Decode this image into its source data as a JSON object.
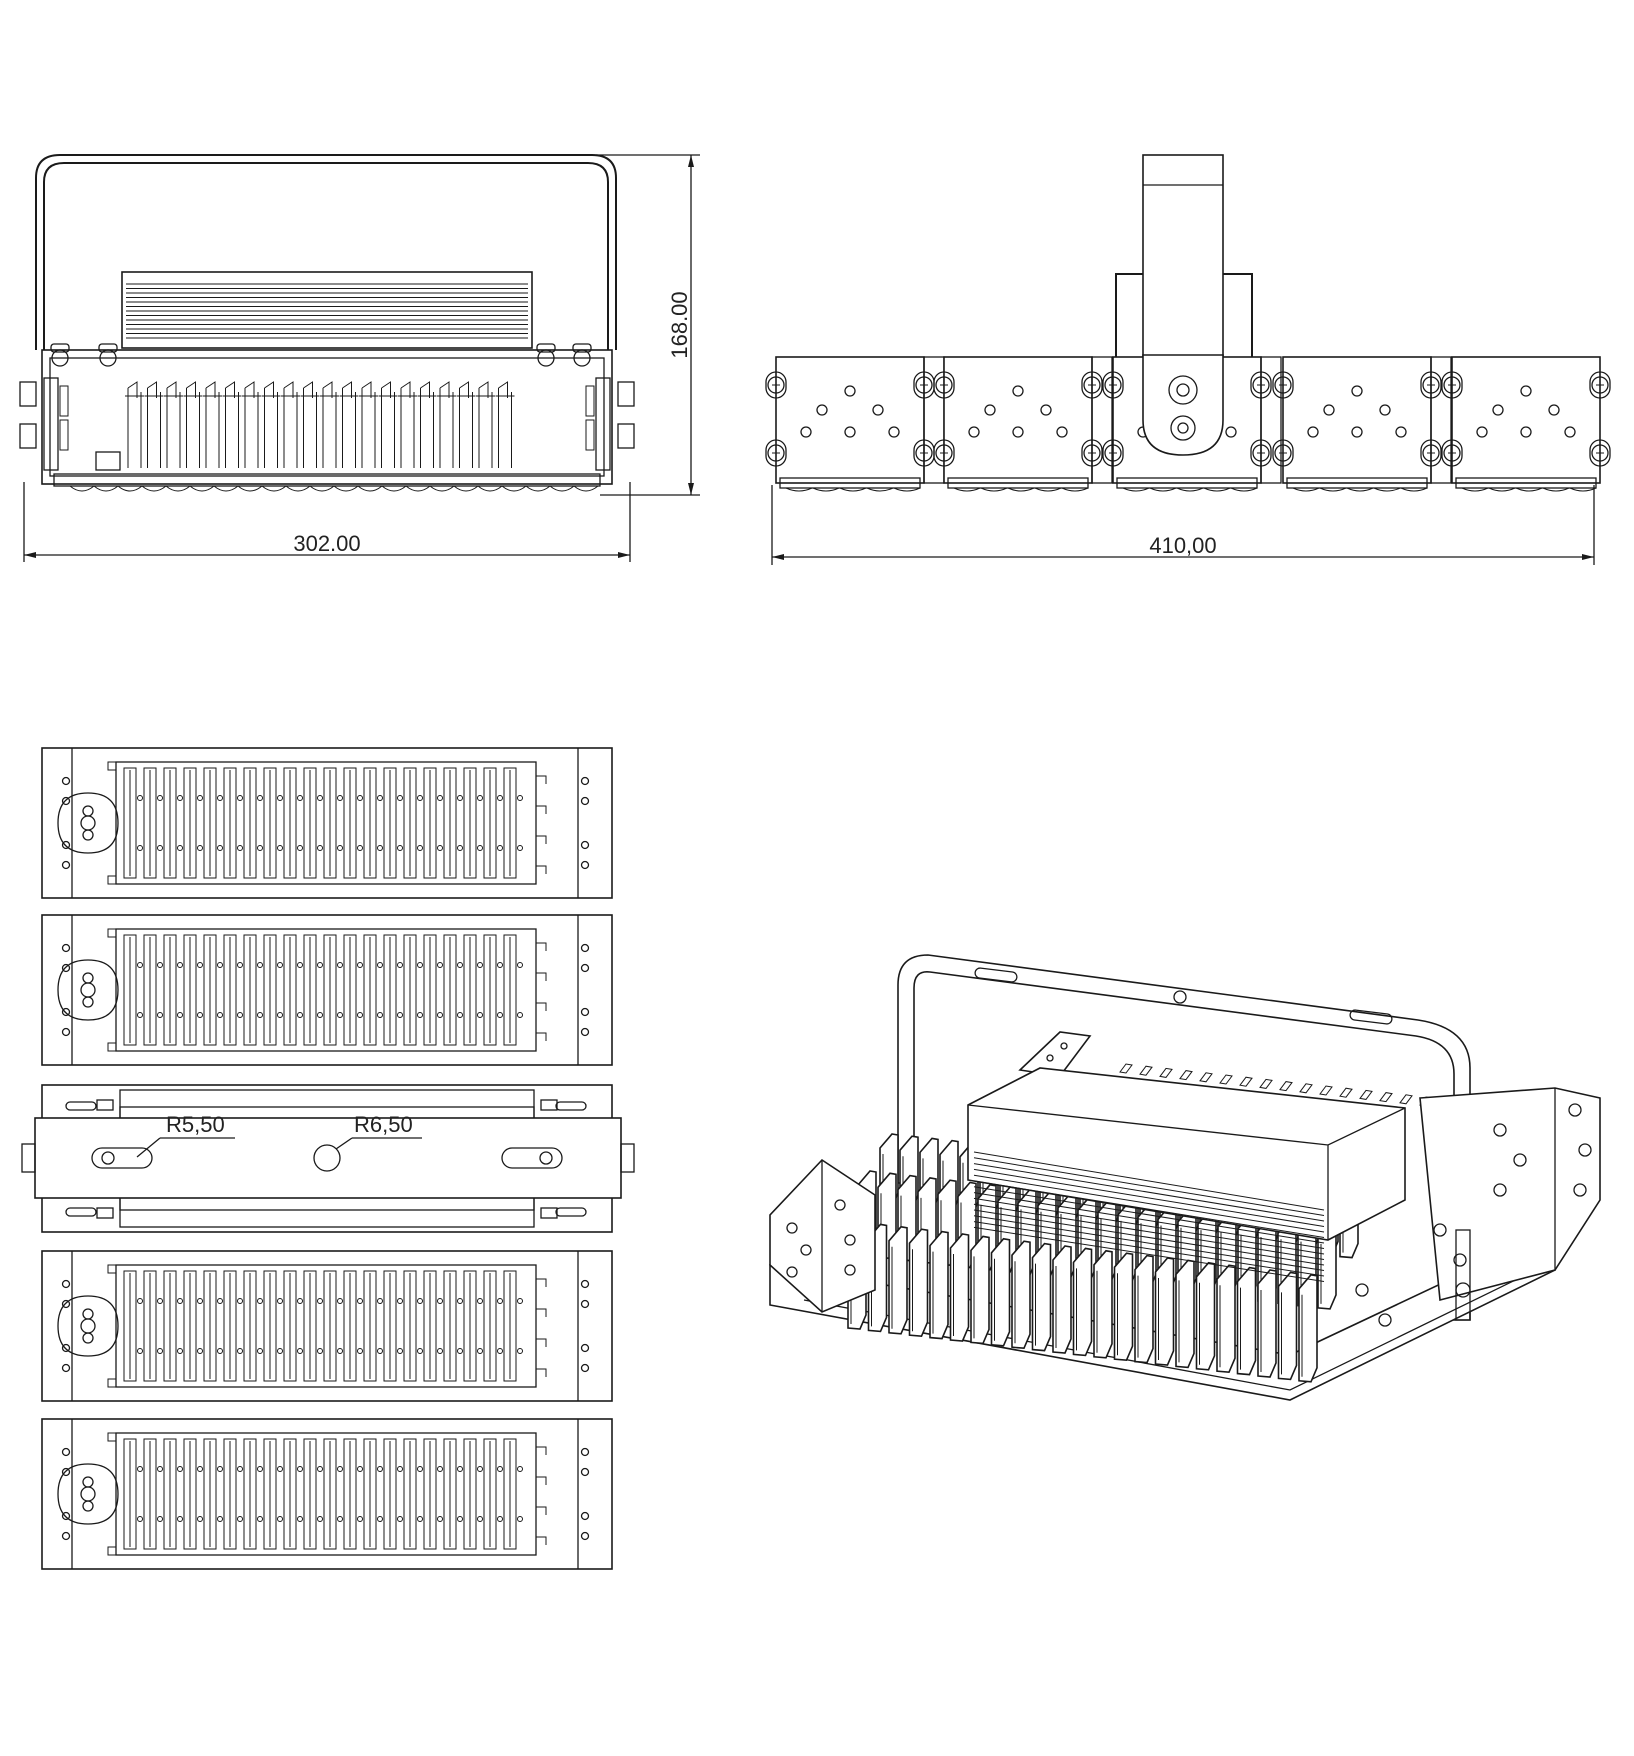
{
  "dimensions": {
    "front_width": "302.00",
    "front_height": "168.00",
    "side_width": "410,00",
    "radius_small": "R5,50",
    "radius_large": "R6,50"
  }
}
